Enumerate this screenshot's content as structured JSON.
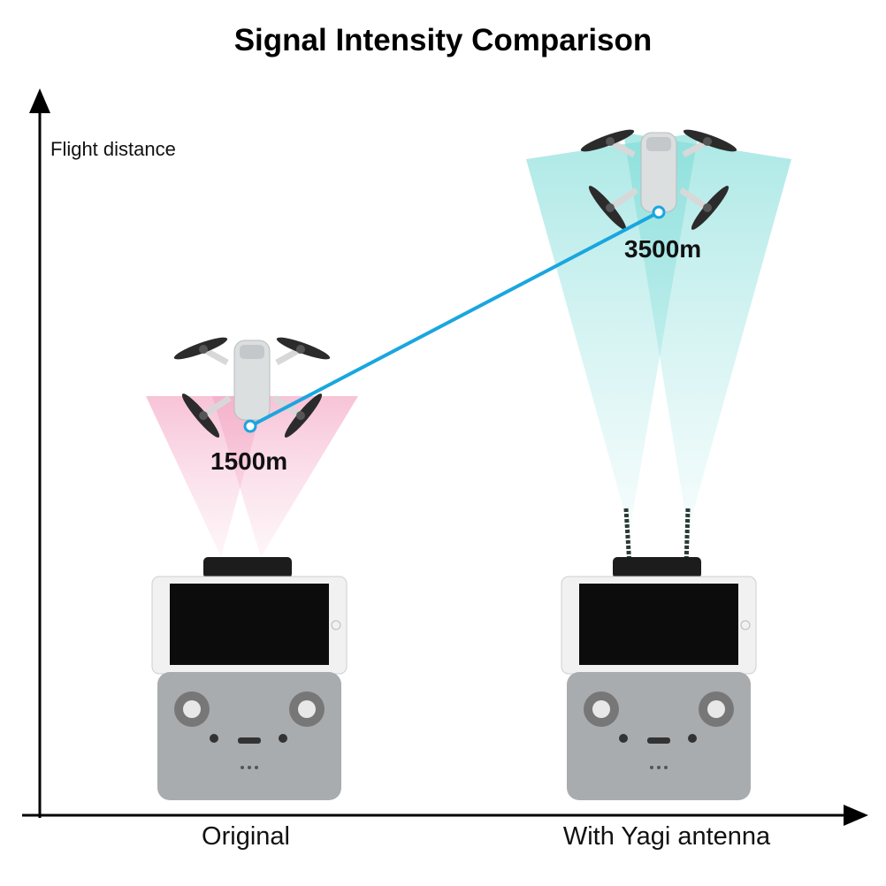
{
  "title": "Signal Intensity Comparison",
  "axes": {
    "y_label": "Flight distance",
    "x_labels": [
      "Original",
      "With Yagi antenna"
    ]
  },
  "comparison": [
    {
      "setup": "Original",
      "distance_label": "1500m",
      "beam_color": "#f7c6d8"
    },
    {
      "setup": "With Yagi antenna",
      "distance_label": "3500m",
      "beam_color": "#9fe5e3"
    }
  ],
  "link_color": "#1aa6df"
}
